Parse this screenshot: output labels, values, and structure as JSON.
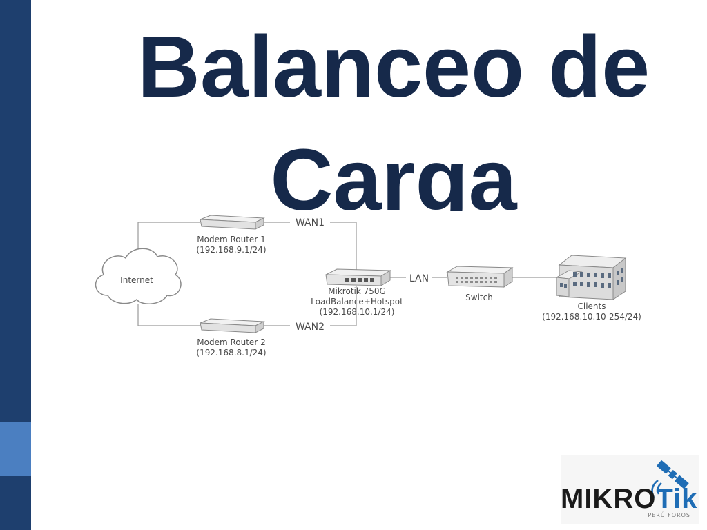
{
  "slide": {
    "title_line1": "Balanceo de",
    "title_line2": "Carga"
  },
  "diagram": {
    "internet": "Internet",
    "wan1": "WAN1",
    "wan2": "WAN2",
    "lan": "LAN",
    "modem1_name": "Modem Router 1",
    "modem1_ip": "(192.168.9.1/24)",
    "modem2_name": "Modem Router 2",
    "modem2_ip": "(192.168.8.1/24)",
    "mikrotik_name": "Mikrotik 750G",
    "mikrotik_role": "LoadBalance+Hotspot",
    "mikrotik_ip": "(192.168.10.1/24)",
    "switch": "Switch",
    "clients_name": "Clients",
    "clients_ip": "(192.168.10.10-254/24)"
  },
  "logo": {
    "brand_part1": "MIKRO",
    "brand_part2": "Tik",
    "tagline": "PERÚ FOROS",
    "icon": "satellite-icon"
  },
  "colors": {
    "sidebar_dark": "#1e3f6e",
    "sidebar_accent": "#4b7fc1",
    "title": "#16294a",
    "logo_accent": "#1f6db5"
  }
}
